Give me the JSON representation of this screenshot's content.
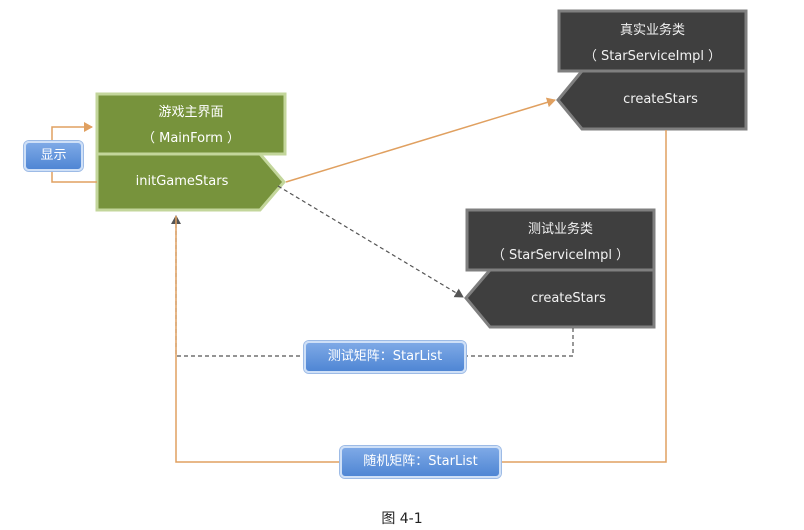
{
  "main_form": {
    "title": "游戏主界面",
    "subtitle": "（ MainForm ）",
    "method": "initGameStars"
  },
  "real_service": {
    "title": "真实业务类",
    "subtitle": "（ StarServiceImpl ）",
    "method": "createStars"
  },
  "test_service": {
    "title": "测试业务类",
    "subtitle": "（ StarServiceImpl ）",
    "method": "createStars"
  },
  "labels": {
    "show": "显示",
    "test_matrix": "测试矩阵：StarList",
    "random_matrix": "随机矩阵：StarList"
  },
  "caption": "图  4-1",
  "colors": {
    "green_box": "#77933c",
    "green_border": "#c3d69b",
    "dark_box": "#3f3f3f",
    "dark_border": "#7f7f7f",
    "orange_line": "#e0a060",
    "dashed_line": "#555555",
    "pill_blue": "#5b8fd8"
  }
}
